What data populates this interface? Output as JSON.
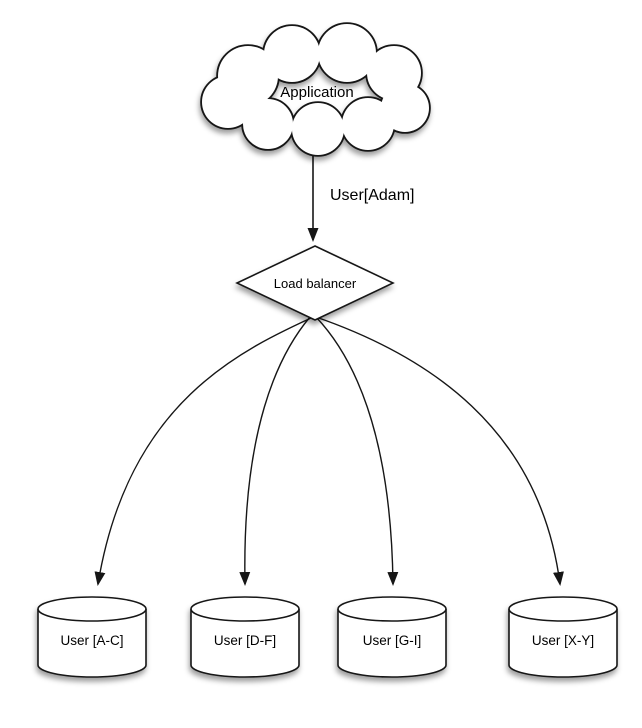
{
  "application": {
    "label": "Application",
    "node_type": "cloud"
  },
  "edge": {
    "label": "User[Adam]"
  },
  "load_balancer": {
    "label": "Load balancer",
    "node_type": "diamond"
  },
  "shards": [
    {
      "label": "User [A-C]",
      "node_type": "cylinder"
    },
    {
      "label": "User [D-F]",
      "node_type": "cylinder"
    },
    {
      "label": "User [G-I]",
      "node_type": "cylinder"
    },
    {
      "label": "User [X-Y]",
      "node_type": "cylinder"
    }
  ],
  "colors": {
    "stroke": "#161616",
    "shape-fill": "#ffffff",
    "text": "#000000",
    "canvas": "#ffffff"
  }
}
